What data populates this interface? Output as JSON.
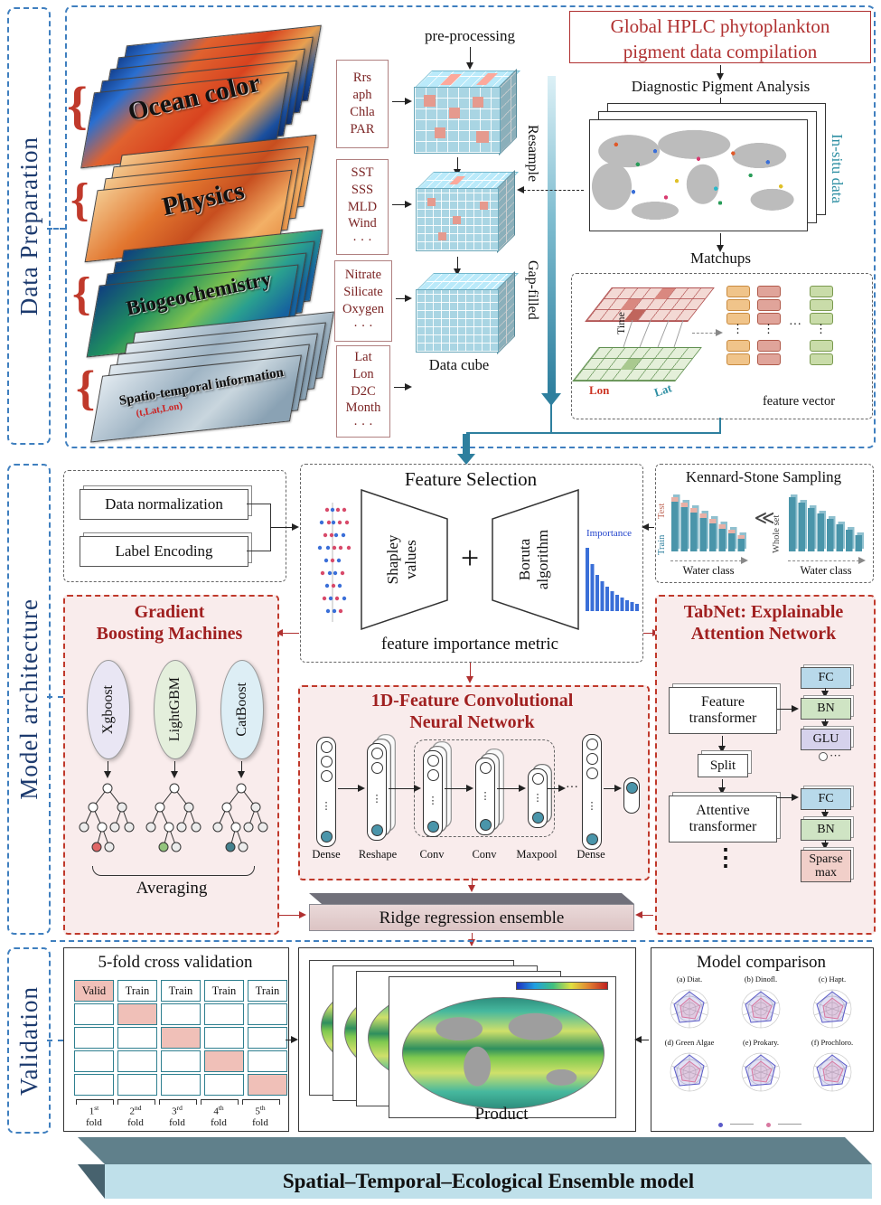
{
  "banner": {
    "title": "Spatial–Temporal–Ecological Ensemble model"
  },
  "prep": {
    "label": "Data Preparation",
    "stacks": [
      {
        "title": "Ocean color"
      },
      {
        "title": "Physics"
      },
      {
        "title": "Biogeochemistry"
      },
      {
        "title": "Spatio-temporal information",
        "marker": "(t,Lat,Lon)"
      }
    ],
    "varboxes": [
      {
        "lines": [
          "Rrs",
          "aph",
          "Chla",
          "PAR"
        ]
      },
      {
        "lines": [
          "SST",
          "SSS",
          "MLD",
          "Wind",
          "· · ·"
        ]
      },
      {
        "lines": [
          "Nitrate",
          "Silicate",
          "Oxygen",
          "· · ·"
        ]
      },
      {
        "lines": [
          "Lat",
          "Lon",
          "D2C",
          "Month",
          "· · ·"
        ]
      }
    ],
    "preprocessing": "pre-processing",
    "resample": "Resample",
    "gapfilled": "Gap-filled",
    "datacube": "Data cube",
    "hplc": [
      "Global HPLC phytoplankton",
      "pigment data compilation"
    ],
    "dpa": "Diagnostic Pigment Analysis",
    "insitu": "In-situ data",
    "matchups": "Matchups",
    "axis_time": "Time",
    "axis_lon": "Lon",
    "axis_lat": "Lat",
    "feature_vector": "feature vector"
  },
  "model": {
    "label": "Model architecture",
    "norm_boxes": [
      "Data normalization",
      "Label Encoding"
    ],
    "fs": {
      "title": "Feature Selection",
      "left": "Shapley values",
      "plus": "+",
      "right": "Boruta algorithm",
      "bottom": "feature importance metric",
      "importance": "Importance"
    },
    "ks": {
      "title": "Kennard-Stone Sampling",
      "test": "Test",
      "train": "Train",
      "whole": "Whole set",
      "lt": "≪",
      "wc1": "Water class",
      "wc2": "Water class"
    },
    "gbm": {
      "title1": "Gradient",
      "title2": "Boosting Machines",
      "models": [
        "Xgboost",
        "LightGBM",
        "CatBoost"
      ],
      "averaging": "Averaging"
    },
    "cnn": {
      "title1": "1D-Feature Convolutional",
      "title2": "Neural Network",
      "layers": [
        "Dense",
        "Reshape",
        "Conv",
        "Conv",
        "Maxpool",
        "Dense"
      ],
      "dots": "···"
    },
    "tabnet": {
      "title1": "TabNet:  Explainable",
      "title2": "Attention Network",
      "ft": "Feature transformer",
      "split": "Split",
      "at": "Attentive transformer",
      "fc1": "FC",
      "bn1": "BN",
      "glu": "GLU",
      "fc2": "FC",
      "bn2": "BN",
      "sparse": "Sparse max",
      "vdots": "⋮",
      "hdots": "···"
    },
    "ridge": "Ridge regression ensemble"
  },
  "val": {
    "label": "Validation",
    "cv": {
      "title": "5-fold cross validation",
      "header": [
        "Valid",
        "Train",
        "Train",
        "Train",
        "Train"
      ],
      "fold_word": "fold",
      "folds": [
        {
          "n": "1",
          "s": "st"
        },
        {
          "n": "2",
          "s": "nd"
        },
        {
          "n": "3",
          "s": "rd"
        },
        {
          "n": "4",
          "s": "th"
        },
        {
          "n": "5",
          "s": "th"
        }
      ]
    },
    "product": "Product",
    "mc": {
      "title": "Model comparison",
      "charts": [
        "(a) Diat.",
        "(b) Dinofl.",
        "(c) Hapt.",
        "(d) Green Algae",
        "(e) Prokary.",
        "(f) Prochloro."
      ]
    }
  }
}
